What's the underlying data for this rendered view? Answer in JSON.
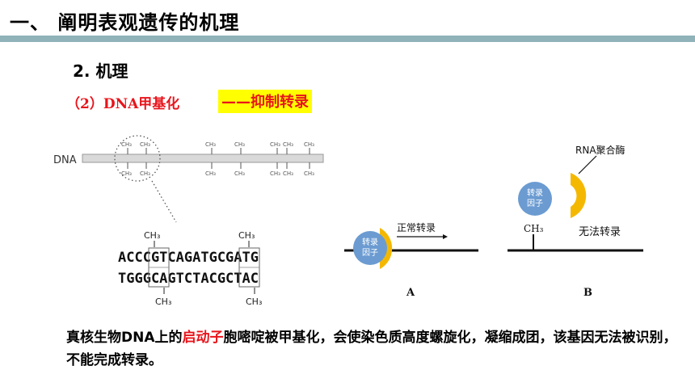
{
  "header": {
    "title": "一、 阐明表观遗传的机理"
  },
  "section": {
    "subtitle": "2. 机理"
  },
  "method": {
    "label": "（2）DNA甲基化",
    "effect": "——抑制转录"
  },
  "figure": {
    "dna_label": "DNA",
    "methyl_label": "CH₃",
    "top_strand": "ACCCGTCAGATGCGATG",
    "bottom_strand": "TGGGCAGTCTACGCTAC",
    "tf_label_line1": "转录",
    "tf_label_line2": "因子",
    "normal_label": "正常转录",
    "rna_pol_label": "RNA聚合酶",
    "no_transcription_label": "无法转录",
    "panel_a": "A",
    "panel_b": "B"
  },
  "description": {
    "part1": "真核生物DNA上的",
    "highlight": "启动子",
    "part2": "胞嘧啶被甲基化，会使染色质高度螺旋化，凝缩成团，该基因无法被识别，不能完成转录。"
  },
  "colors": {
    "accent_red": "#e8141b",
    "highlight_yellow": "#ffff00",
    "bar": "#8fb3b8",
    "factor_blue": "#6b9bd1",
    "polymerase_orange": "#f5b800"
  }
}
